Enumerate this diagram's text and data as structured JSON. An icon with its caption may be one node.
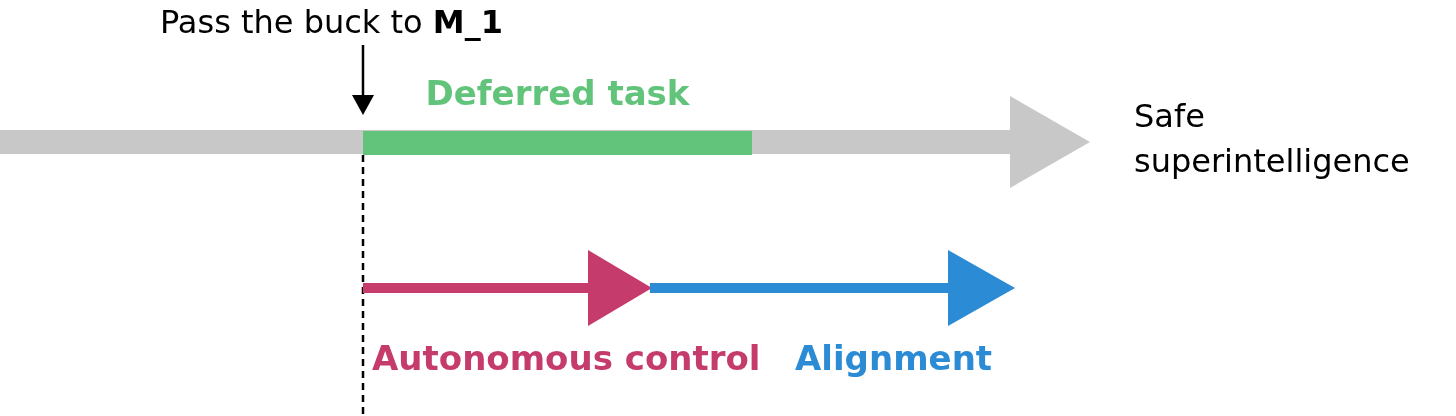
{
  "diagram": {
    "nodes": [
      {
        "text": [
          "Pass the buck to **M_1**"
        ]
      },
      {
        "text": [
          "Safe superintelligence"
        ]
      },
      {
        "text": [
          "Deferred task"
        ]
      }
    ],
    "edges": [
      {
        "from": 0,
        "to": 2,
        "arrow": "to"
      },
      {
        "from": null,
        "to": 1,
        "arrow": "to",
        "style": "thick",
        "color": "#c8c8c8"
      }
    ],
    "labels": [
      "Autonomous control",
      "Alignment"
    ]
  }
}
